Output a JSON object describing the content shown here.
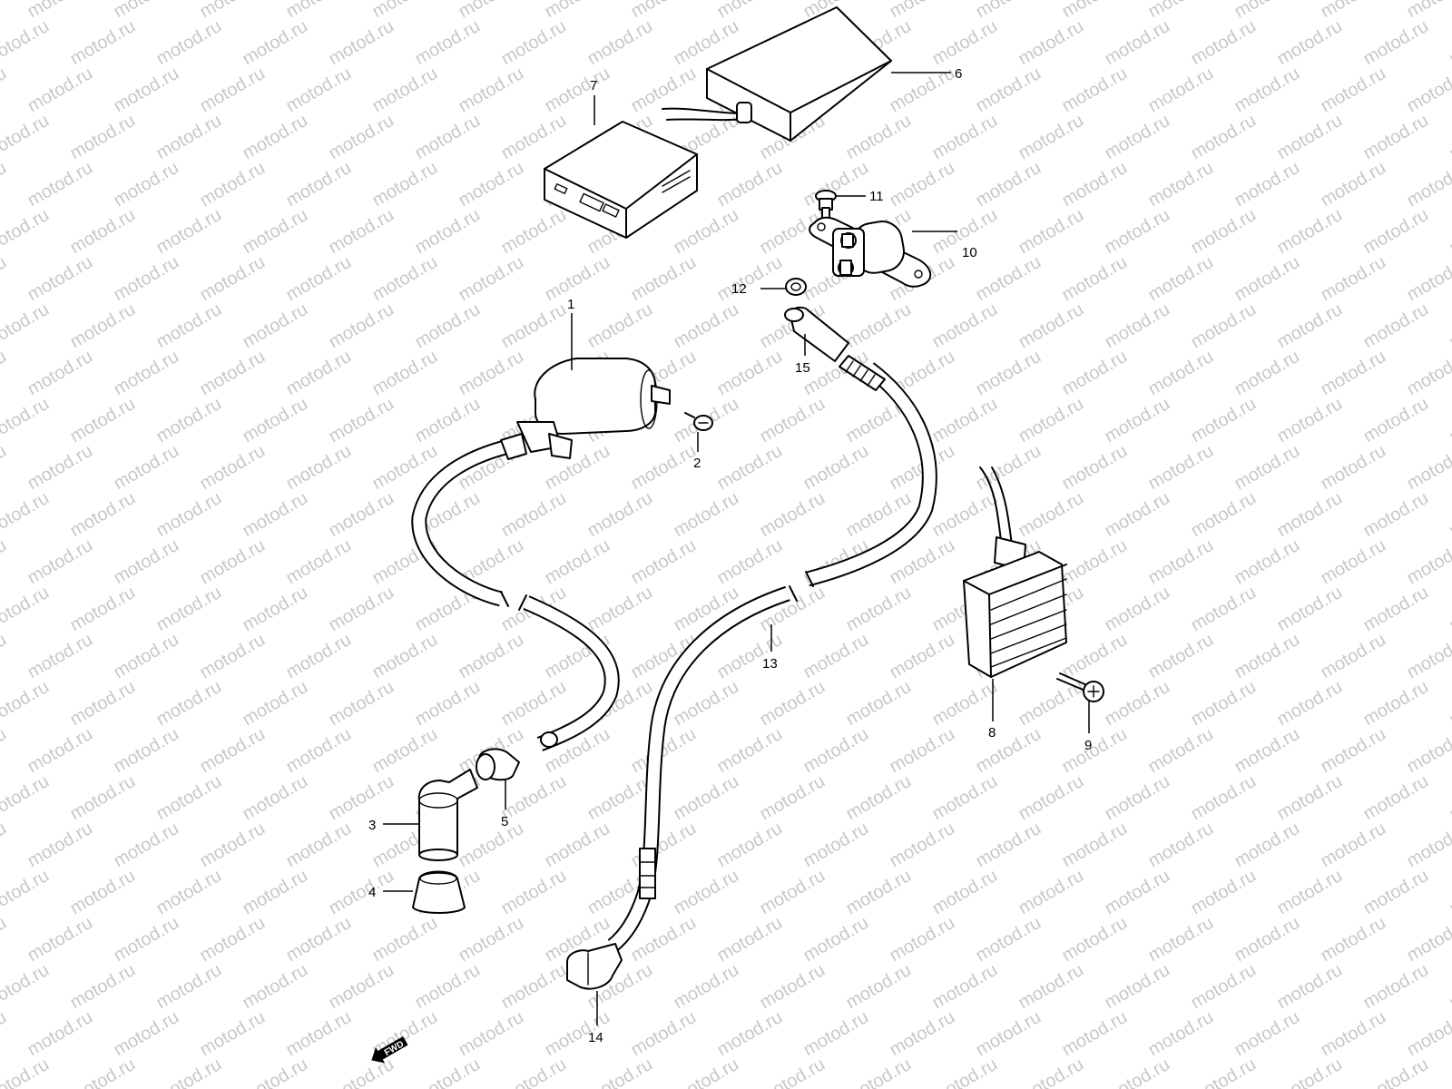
{
  "watermark": {
    "text": "motod.ru"
  },
  "callouts": [
    {
      "id": "1",
      "label": "1"
    },
    {
      "id": "2",
      "label": "2"
    },
    {
      "id": "3",
      "label": "3"
    },
    {
      "id": "4",
      "label": "4"
    },
    {
      "id": "5",
      "label": "5"
    },
    {
      "id": "6",
      "label": "6"
    },
    {
      "id": "7",
      "label": "7"
    },
    {
      "id": "8",
      "label": "8"
    },
    {
      "id": "9",
      "label": "9"
    },
    {
      "id": "10",
      "label": "10"
    },
    {
      "id": "11",
      "label": "11"
    },
    {
      "id": "12",
      "label": "12"
    },
    {
      "id": "13",
      "label": "13"
    },
    {
      "id": "14",
      "label": "14"
    },
    {
      "id": "15",
      "label": "15"
    }
  ],
  "fwd_badge": {
    "text": "FWD"
  },
  "colors": {
    "line": "#000000",
    "watermark": "#c8c8c8",
    "background": "#ffffff"
  }
}
